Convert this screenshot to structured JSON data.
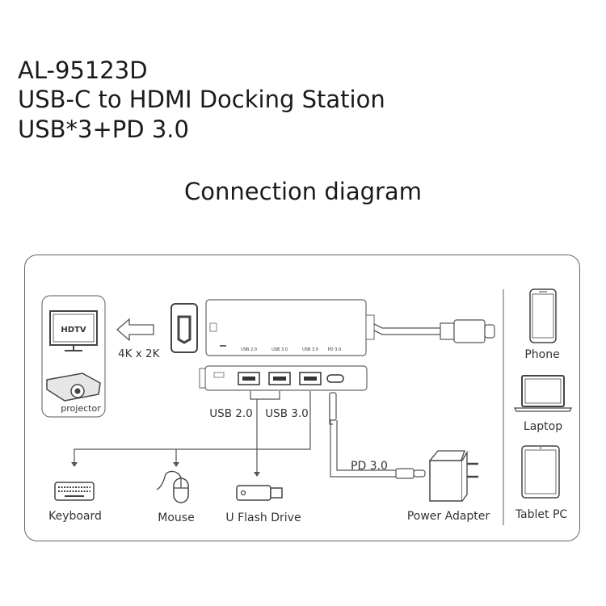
{
  "header": {
    "model": "AL-95123D",
    "product": "USB-C to HDMI Docking Station",
    "ports": "USB*3+PD 3.0"
  },
  "diagram": {
    "heading": "Connection diagram",
    "display": {
      "tv_label": "HDTV",
      "projector_label": "projector",
      "resolution": "4K x 2K"
    },
    "hub_top_ports": [
      "USB 2.0",
      "USB 3.0",
      "USB 3.0",
      "PD 3.0"
    ],
    "usb_labels": [
      "USB 2.0",
      "USB 3.0"
    ],
    "pd_label": "PD 3.0",
    "peripherals": [
      "Keyboard",
      "Mouse",
      "U Flash Drive",
      "Power Adapter"
    ],
    "hosts": [
      "Phone",
      "Laptop",
      "Tablet PC"
    ]
  }
}
